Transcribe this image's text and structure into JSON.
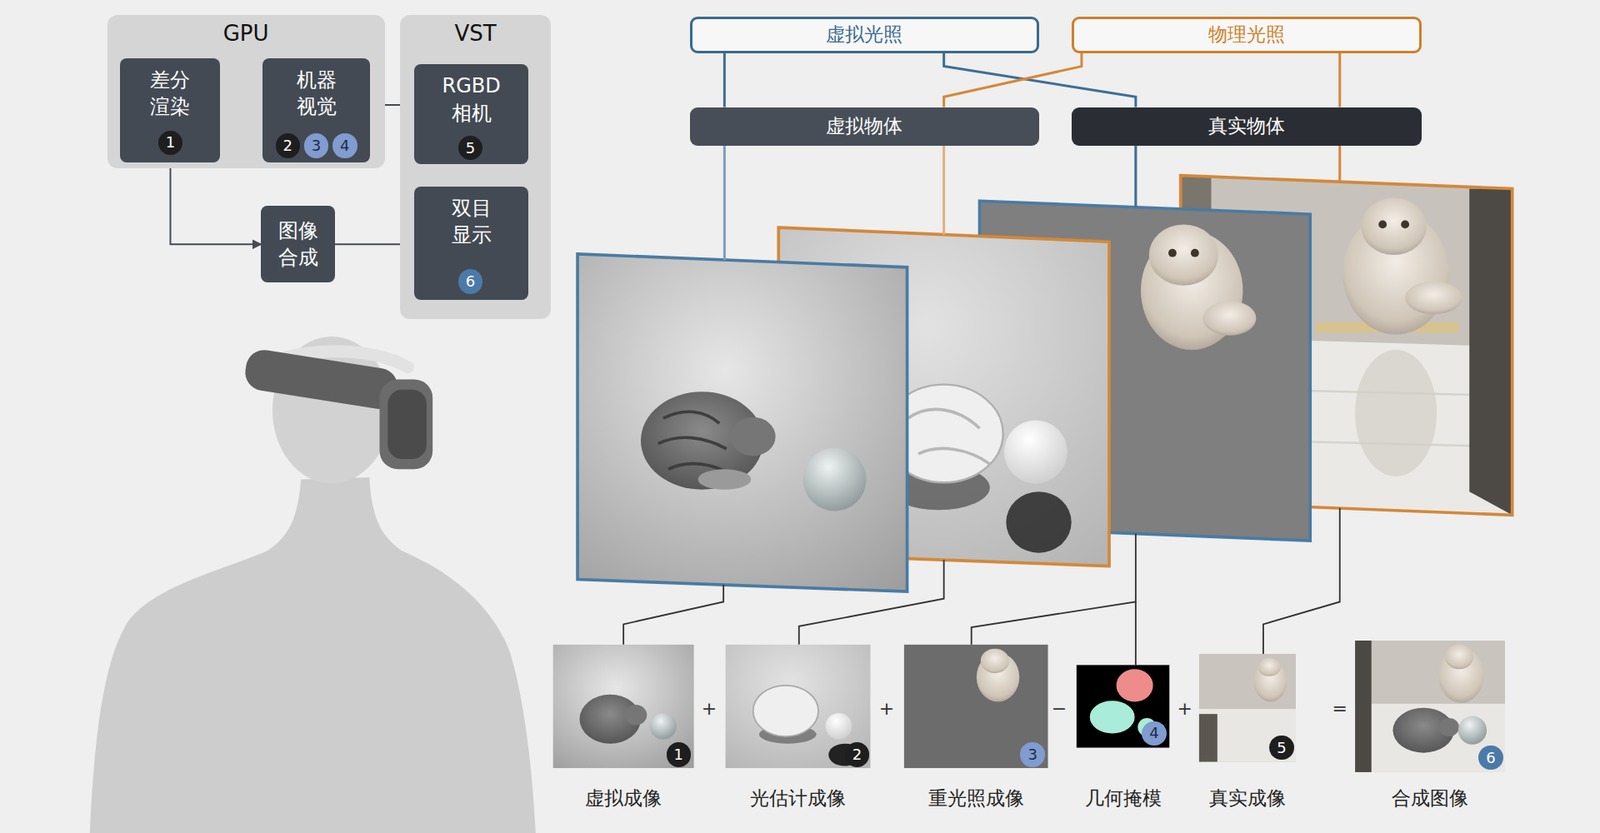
{
  "diagram": {
    "nodes": [
      {
        "text": [
          "GPU"
        ]
      },
      {
        "text": [
          "差分 渲染"
        ],
        "in": 0
      },
      {
        "text": [
          "1"
        ],
        "in": 1
      },
      {
        "text": [
          "机器 视觉"
        ],
        "in": 0
      },
      {
        "text": [
          "2"
        ],
        "in": 3
      },
      {
        "text": [
          "3"
        ],
        "in": 3
      },
      {
        "text": [
          "4"
        ],
        "in": 3
      },
      {
        "text": [
          "VST"
        ]
      },
      {
        "text": [
          "RGBD 相机"
        ],
        "in": 7
      },
      {
        "text": [
          "5"
        ],
        "in": 8
      },
      {
        "text": [
          "双目 显示"
        ],
        "in": 7
      },
      {
        "text": [
          "6"
        ],
        "in": 10
      },
      {
        "text": [
          "图像 合成"
        ]
      },
      {
        "text": [
          "虚拟光照"
        ]
      },
      {
        "text": [
          "物理光照"
        ]
      },
      {
        "text": [
          "虚拟物体"
        ]
      },
      {
        "text": [
          "真实物体"
        ]
      },
      {
        "text": [
          "虚拟成像"
        ]
      },
      {
        "text": [
          "1"
        ],
        "in": 17
      },
      {
        "text": [
          "光估计成像"
        ]
      },
      {
        "text": [
          "2"
        ],
        "in": 19
      },
      {
        "text": [
          "重光照成像"
        ]
      },
      {
        "text": [
          "3"
        ],
        "in": 21
      },
      {
        "text": [
          "几何掩模"
        ]
      },
      {
        "text": [
          "4"
        ],
        "in": 23
      },
      {
        "text": [
          "真实成像"
        ]
      },
      {
        "text": [
          "5"
        ],
        "in": 25
      },
      {
        "text": [
          "合成图像"
        ]
      },
      {
        "text": [
          "6"
        ],
        "in": 27
      }
    ],
    "edges": [
      {
        "from": 3,
        "to": 1,
        "arrow": "to"
      },
      {
        "from": 8,
        "to": 3,
        "arrow": "to"
      },
      {
        "from": 1,
        "to": 12,
        "arrow": "to"
      },
      {
        "from": 12,
        "to": 10,
        "arrow": "to"
      },
      {
        "from": 13,
        "to": 15,
        "arrow": "none"
      },
      {
        "from": 13,
        "to": 16,
        "arrow": "none"
      },
      {
        "from": 14,
        "to": 15,
        "arrow": "none"
      },
      {
        "from": 14,
        "to": 16,
        "arrow": "none"
      }
    ],
    "labels": [
      "+",
      "+",
      "−",
      "+",
      "="
    ]
  }
}
